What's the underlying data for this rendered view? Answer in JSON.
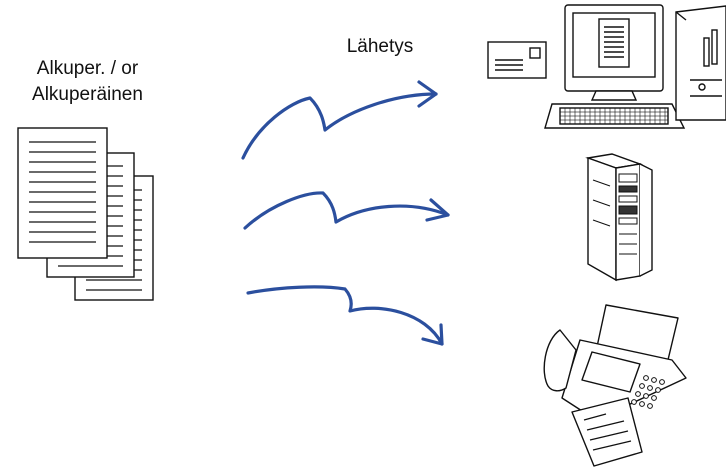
{
  "labels": {
    "original_line1": "Alkuper. / or",
    "original_line2": "Alkuperäinen",
    "send": "Lähetys"
  },
  "icons": {
    "source": "original-documents-icon",
    "targets": [
      "computer-with-email-icon",
      "server-icon",
      "fax-machine-icon"
    ]
  },
  "colors": {
    "arrow": "#2b4f9e",
    "line": "#111111"
  }
}
